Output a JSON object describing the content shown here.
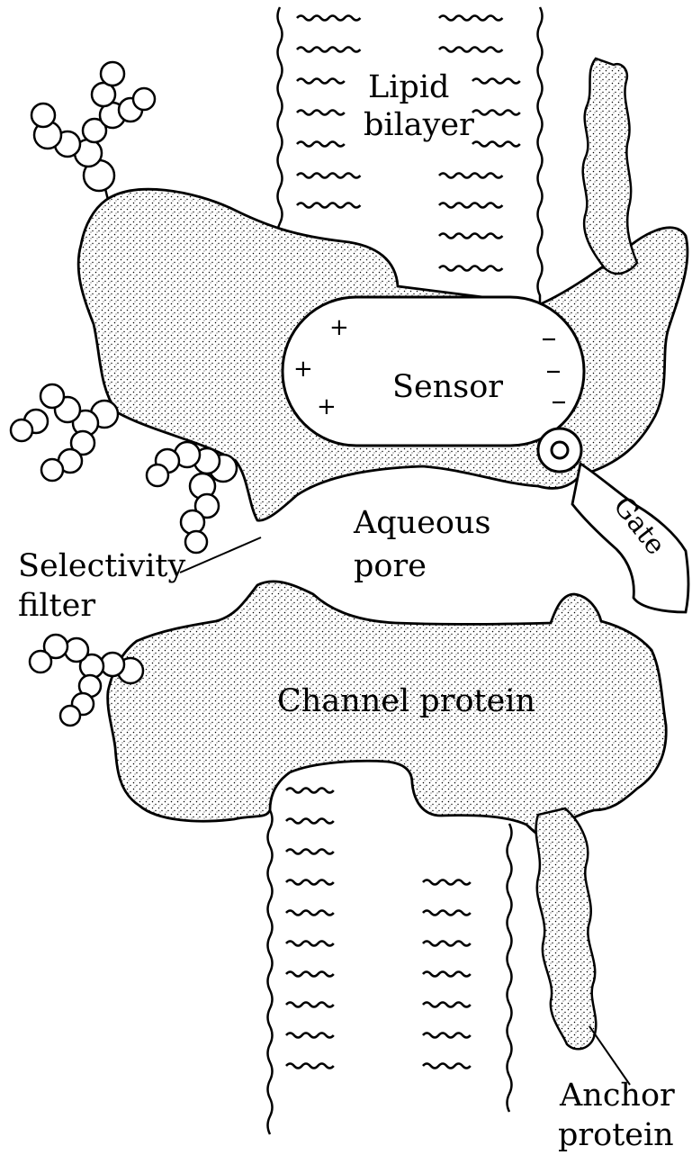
{
  "labels": {
    "lipid_bilayer_line1": "Lipid",
    "lipid_bilayer_line2": "bilayer",
    "sensor": "Sensor",
    "gate": "Gate",
    "aqueous_pore_line1": "Aqueous",
    "aqueous_pore_line2": "pore",
    "selectivity_filter_line1": "Selectivity",
    "selectivity_filter_line2": "filter",
    "channel_protein": "Channel protein",
    "anchor_protein_line1": "Anchor",
    "anchor_protein_line2": "protein"
  },
  "sensor_charges": {
    "positive_count": 3,
    "negative_count": 3
  },
  "colors": {
    "ink": "#000000",
    "background": "#ffffff",
    "stipple": "#000000"
  }
}
